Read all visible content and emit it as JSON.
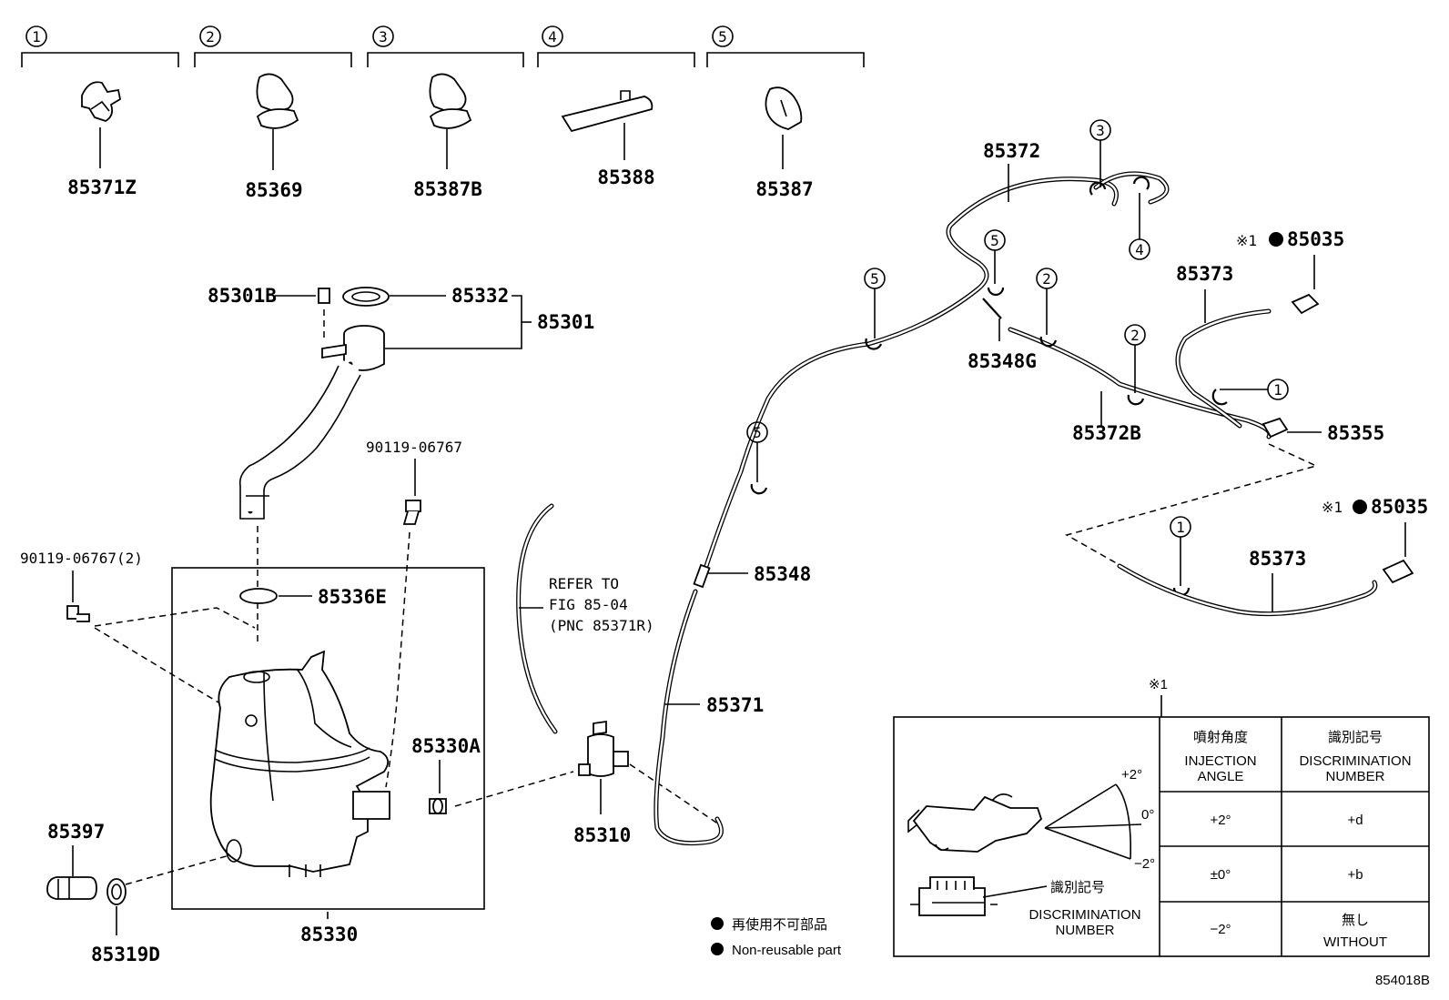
{
  "clip_groups": [
    {
      "index": "1",
      "part": "85371Z"
    },
    {
      "index": "2",
      "part": "85369"
    },
    {
      "index": "3",
      "part": "85387B"
    },
    {
      "index": "4",
      "part": "85388"
    },
    {
      "index": "5",
      "part": "85387"
    }
  ],
  "parts": {
    "p85301B": "85301B",
    "p85332": "85332",
    "p85301": "85301",
    "p90119": "90119-06767",
    "p90119x2": "90119-06767(2)",
    "p85336E": "85336E",
    "p85330A": "85330A",
    "p85397": "85397",
    "p85319D": "85319D",
    "p85330": "85330",
    "p85310": "85310",
    "p85371": "85371",
    "p85348": "85348",
    "p85348G": "85348G",
    "p85372": "85372",
    "p85372B": "85372B",
    "p85355": "85355",
    "p85373a": "85373",
    "p85373b": "85373",
    "p85035a": "85035",
    "p85035b": "85035"
  },
  "callouts": {
    "c3": "3",
    "c4": "4",
    "c5a": "5",
    "c5b": "5",
    "c5c": "5",
    "c2a": "2",
    "c2b": "2",
    "c1a": "1",
    "c1b": "1"
  },
  "marks": {
    "note_mark": "※1",
    "note_a": "※1",
    "note_b": "※1"
  },
  "refer": {
    "line1": "REFER TO",
    "line2": "FIG 85-04",
    "line3": "(PNC 85371R)"
  },
  "table": {
    "mark": "※1",
    "h1_jp": "噴射角度",
    "h1_en1": "INJECTION",
    "h1_en2": "ANGLE",
    "h2_jp": "識別記号",
    "h2_en1": "DISCRIMINATION",
    "h2_en2": "NUMBER",
    "rows": [
      {
        "angle": "+2°",
        "disc": "+d"
      },
      {
        "angle": "±0°",
        "disc": "+b"
      },
      {
        "angle": "−2°",
        "disc_jp": "無し",
        "disc_en": "WITHOUT"
      }
    ],
    "angle_labels": {
      "top": "+2°",
      "mid": "0°",
      "bot": "−2°"
    },
    "disc_jp": "識別記号",
    "disc_en1": "DISCRIMINATION",
    "disc_en2": "NUMBER"
  },
  "legend": {
    "jp": "再使用不可部品",
    "en": "Non-reusable part"
  },
  "figure_id": "854018B"
}
